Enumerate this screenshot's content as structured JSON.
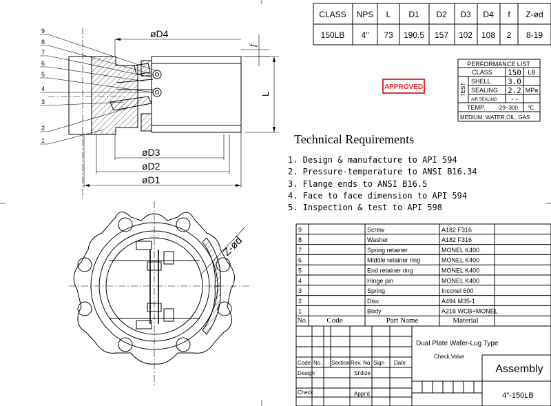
{
  "header_table": {
    "columns": [
      "CLASS",
      "NPS",
      "L",
      "D1",
      "D2",
      "D3",
      "D4",
      "f",
      "Z-ød"
    ],
    "values": [
      "150LB",
      "4\"",
      "73",
      "190.5",
      "157",
      "102",
      "108",
      "2",
      "8-19"
    ]
  },
  "dimension_labels": {
    "d4": "øD4",
    "d3": "øD3",
    "d2": "øD2",
    "d1": "øD1",
    "f": "f",
    "l": "L",
    "zd": "Z-ød"
  },
  "balloons": [
    "9",
    "8",
    "7",
    "6",
    "5",
    "4",
    "3",
    "2",
    "1"
  ],
  "stamp": "APPROVED",
  "performance": {
    "title": "PERFORMANCE LIST",
    "class_label": "CLASS",
    "class_value": "150",
    "class_unit": "LB",
    "test_label": "TEST",
    "shell_label": "SHELL",
    "shell_value": "3.0",
    "sealing_label": "SEALING",
    "sealing_value": "2.2",
    "pressure_unit": "MPa",
    "air_label": "AIR SEALING",
    "air_value": "--",
    "temp_label": "TEMP.",
    "temp_value": "-29~300",
    "temp_unit": "℃",
    "medium": "MEDIUM: WATER,OIL, GAS"
  },
  "tech": {
    "title": "Technical Requirements",
    "items": [
      "1. Design & manufacture to API 594",
      "2. Pressure-temperature to ANSI B16.34",
      "3. Flange ends to ANSI B16.5",
      "4. Face to face dimension to API 594",
      "5. Inspection & test to API 598"
    ]
  },
  "bom": {
    "rows": [
      {
        "no": "9",
        "part": "Screw",
        "material": "A182 F316"
      },
      {
        "no": "8",
        "part": "Washer",
        "material": "A182 F316"
      },
      {
        "no": "7",
        "part": "Spring retainer",
        "material": "MONEL K400"
      },
      {
        "no": "6",
        "part": "Middle retainer ring",
        "material": "MONEL K400"
      },
      {
        "no": "5",
        "part": "End retainer ring",
        "material": "MONEL K400"
      },
      {
        "no": "4",
        "part": "Hinge pin",
        "material": "MONEL K400"
      },
      {
        "no": "3",
        "part": "Spring",
        "material": "Inconel 600"
      },
      {
        "no": "2",
        "part": "Disc",
        "material": "A494 M35-1"
      },
      {
        "no": "1",
        "part": "Body",
        "material": "A216 WCB+MONEL"
      }
    ],
    "header": {
      "no": "No.",
      "code": "Code",
      "part": "Part Name",
      "material": "Material"
    }
  },
  "title_block": {
    "title_line1": "Dual Plate Wafer-Lug Type",
    "title_line2": "Check Valve",
    "assembly": "Assembly",
    "size": "4\"-150LB",
    "cols": [
      "Code",
      "No.",
      "Section",
      "Rev. No.",
      "Sign",
      "Date"
    ],
    "design": "Design",
    "stdize": "St'dize",
    "check": "Check",
    "apprd": "Appr'd"
  }
}
